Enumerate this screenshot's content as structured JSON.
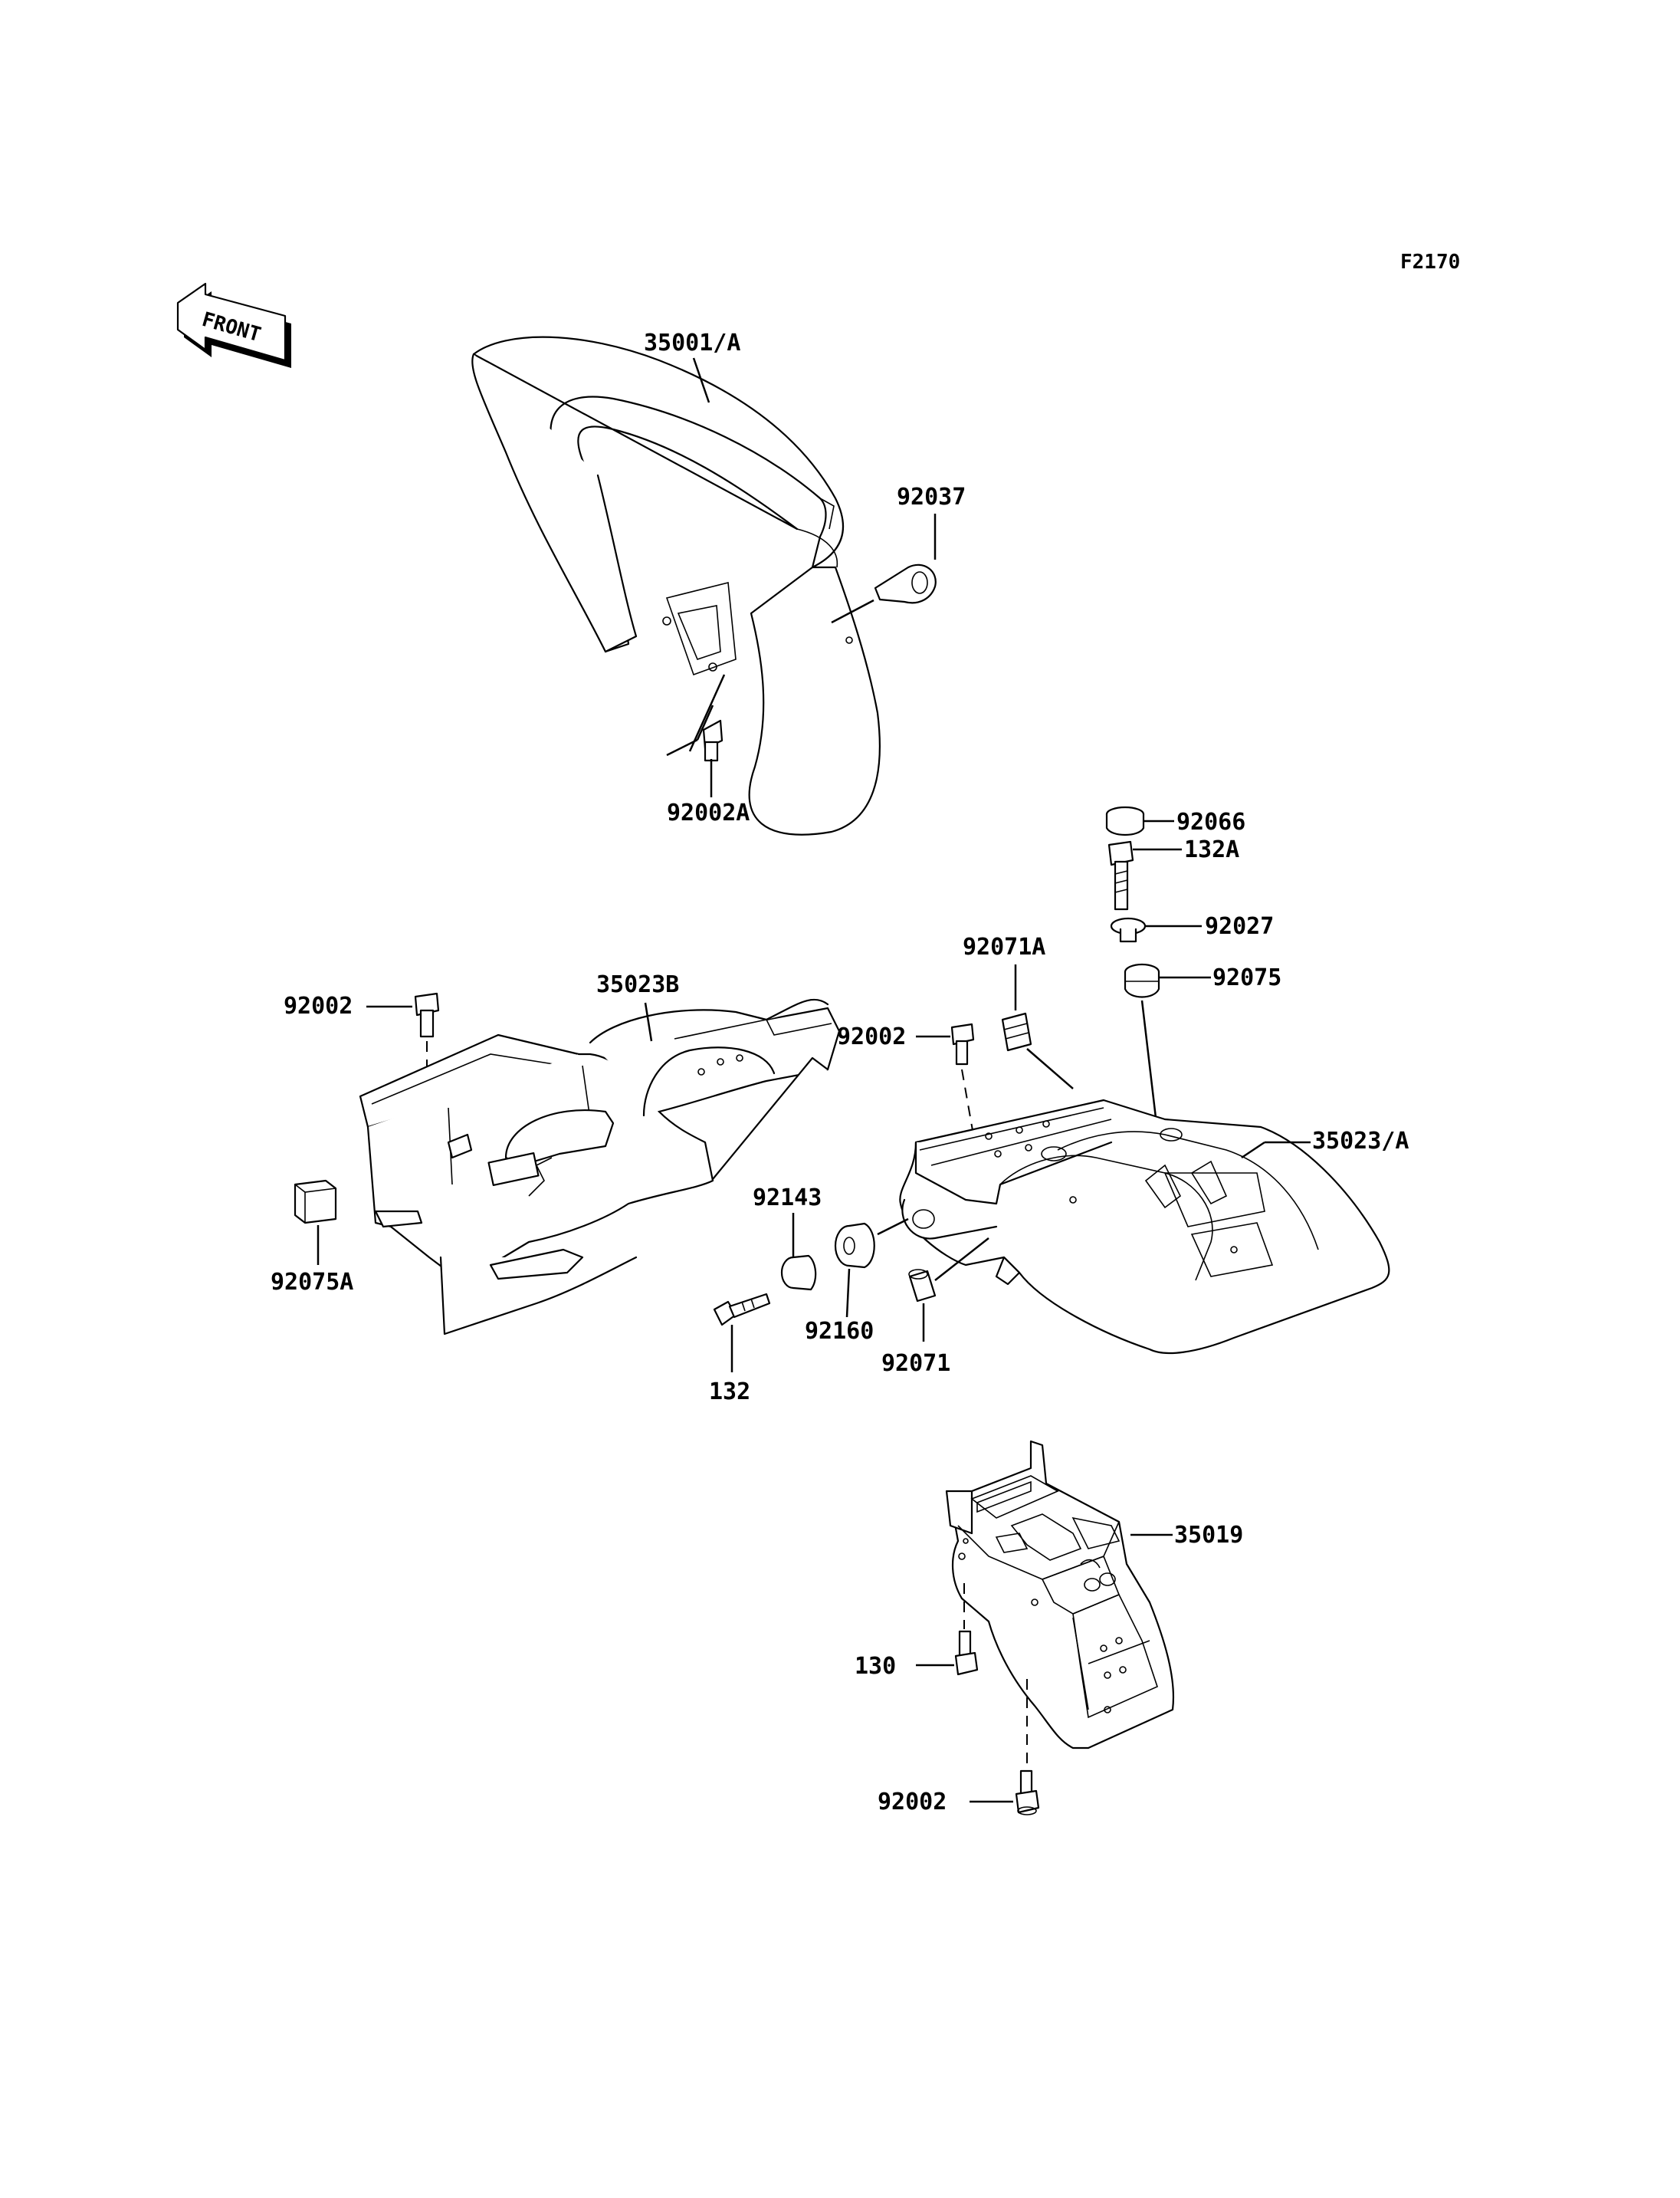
{
  "figure_code": "F2170",
  "front_label": "FRONT",
  "labels": {
    "p35001A": "35001/A",
    "p92037": "92037",
    "p92002A": "92002A",
    "p92066": "92066",
    "p132A": "132A",
    "p92027": "92027",
    "p92075": "92075",
    "p92071A": "92071A",
    "p92002_mid": "92002",
    "p35023A": "35023/A",
    "p92002_left": "92002",
    "p35023B": "35023B",
    "p92075A": "92075A",
    "p92143": "92143",
    "p92160": "92160",
    "p92071": "92071",
    "p132": "132",
    "p35019": "35019",
    "p130": "130",
    "p92002_bottom": "92002"
  }
}
